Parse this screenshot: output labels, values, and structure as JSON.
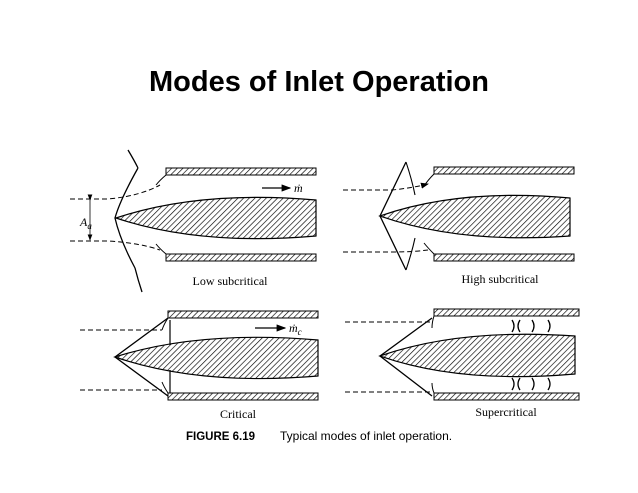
{
  "slide": {
    "title": "Modes of Inlet Operation"
  },
  "figure": {
    "caption_number": "FIGURE 6.19",
    "caption_text": "Typical modes of inlet operation.",
    "panels": [
      {
        "label": "Low subcritical",
        "flow_symbol": "ṁ",
        "area_symbol": "A",
        "area_subscript": "a"
      },
      {
        "label": "High subcritical"
      },
      {
        "label": "Critical",
        "flow_symbol": "ṁ",
        "flow_subscript": "c"
      },
      {
        "label": "Supercritical"
      }
    ]
  }
}
